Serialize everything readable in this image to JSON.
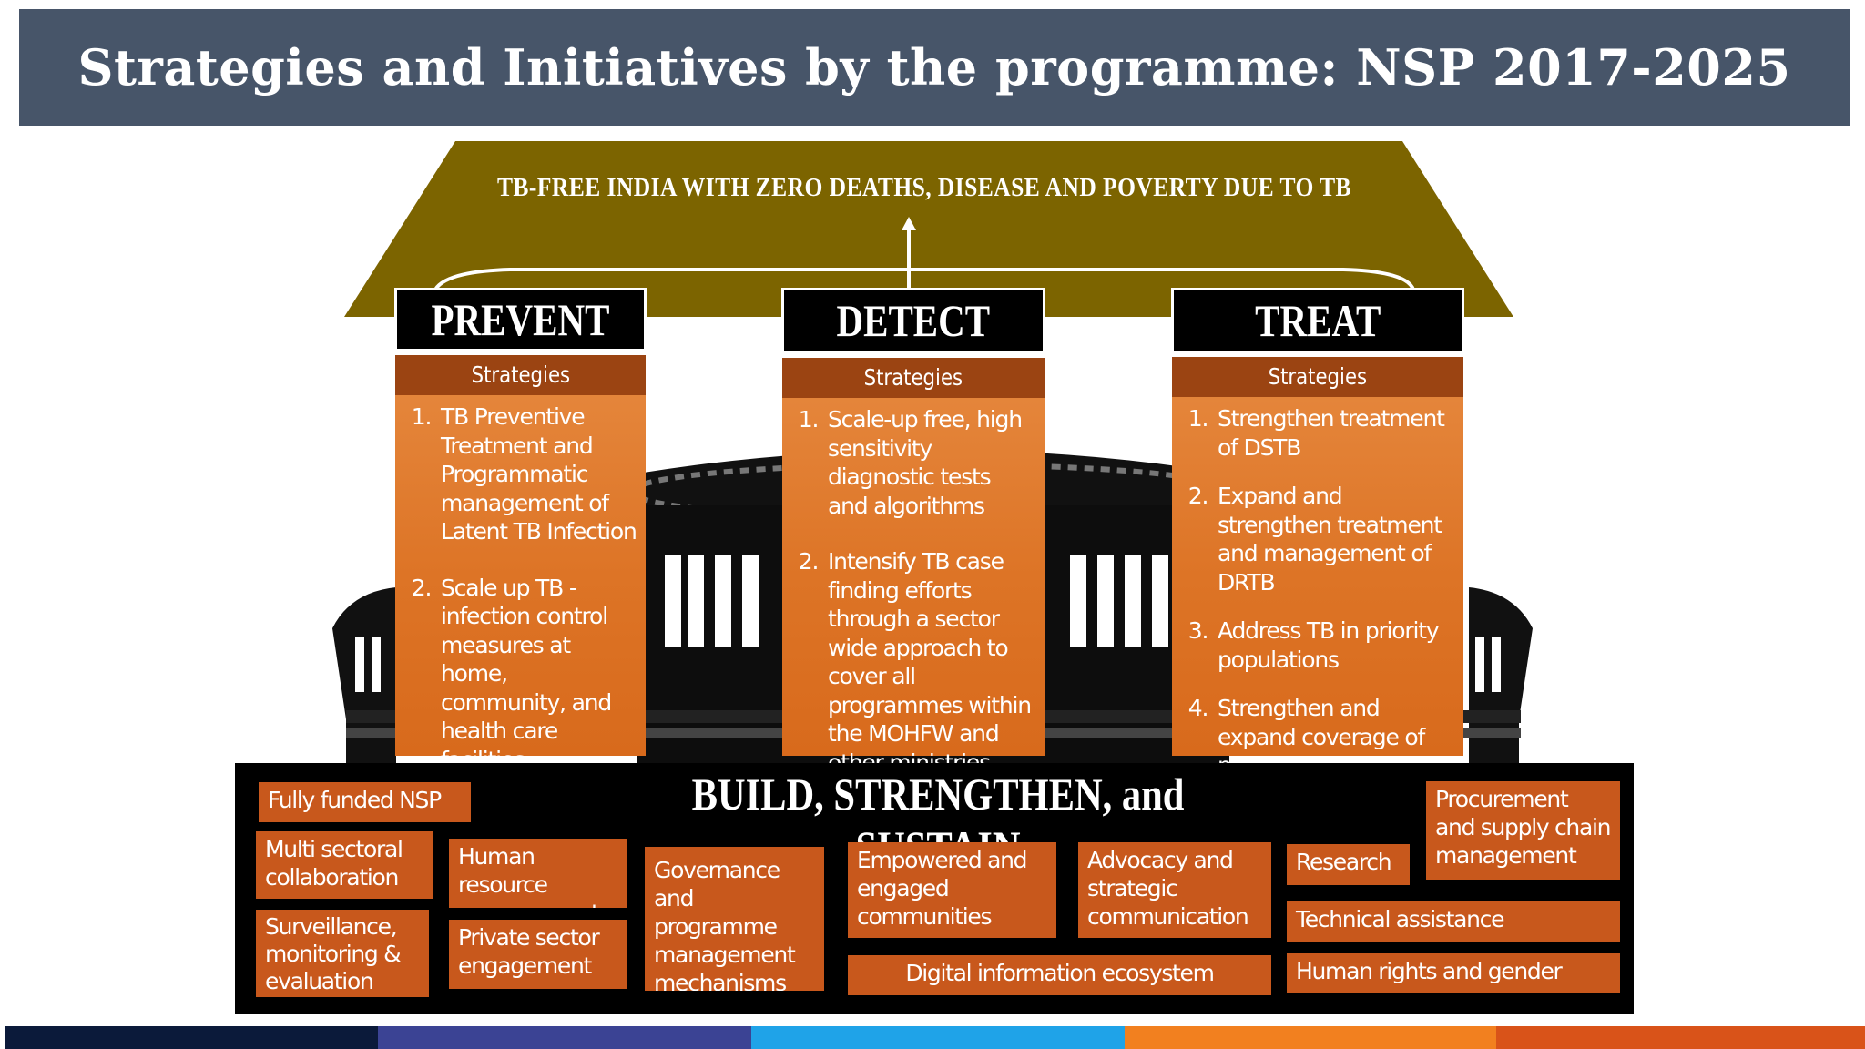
{
  "title": "Strategies and Initiatives by the programme: NSP 2017-2025",
  "goal": "TB-FREE INDIA WITH ZERO DEATHS, DISEASE AND POVERTY DUE TO TB",
  "colors": {
    "title_bar": "#475569",
    "roof": "#7c6400",
    "pillar_body": "#dd7426",
    "strategy_label": "#9b4412",
    "foundation_box": "#c8581c",
    "stripes": [
      "#0b1a3a",
      "#3b4394",
      "#1fa3e8",
      "#f2801f",
      "#d95319"
    ]
  },
  "pillars": [
    {
      "name": "PREVENT",
      "label": "Strategies",
      "items": [
        "TB Preventive Treatment and Programmatic management of Latent TB Infection",
        "Scale up TB - infection control measures at home, community, and health care facilities"
      ]
    },
    {
      "name": "DETECT",
      "label": "Strategies",
      "items": [
        "Scale-up free, high sensitivity diagnostic tests and algorithms",
        "Intensify TB case finding efforts through a sector wide approach to cover all programmes within the MOHFW and other ministries"
      ]
    },
    {
      "name": "TREAT",
      "label": "Strategies",
      "items": [
        "Strengthen treatment of DSTB",
        "Expand and strengthen treatment and management of DRTB",
        "Address TB in priority populations",
        "Strengthen and expand coverage of patient support mechanisms"
      ]
    }
  ],
  "foundation": {
    "title": "BUILD, STRENGTHEN,  and SUSTAIN",
    "boxes": {
      "fully_funded": "Fully funded NSP",
      "multi_sectoral": "Multi sectoral collaboration",
      "surveillance": "Surveillance, monitoring & evaluation",
      "human_resource": "Human resource management",
      "private_sector": "Private sector engagement",
      "governance": "Governance and programme management mechanisms",
      "empowered": "Empowered and engaged communities",
      "advocacy": "Advocacy and strategic communication",
      "digital": "Digital information ecosystem",
      "research": "Research",
      "procurement": "Procurement and supply chain management",
      "technical": "Technical assistance",
      "human_rights": "Human rights and gender"
    }
  }
}
